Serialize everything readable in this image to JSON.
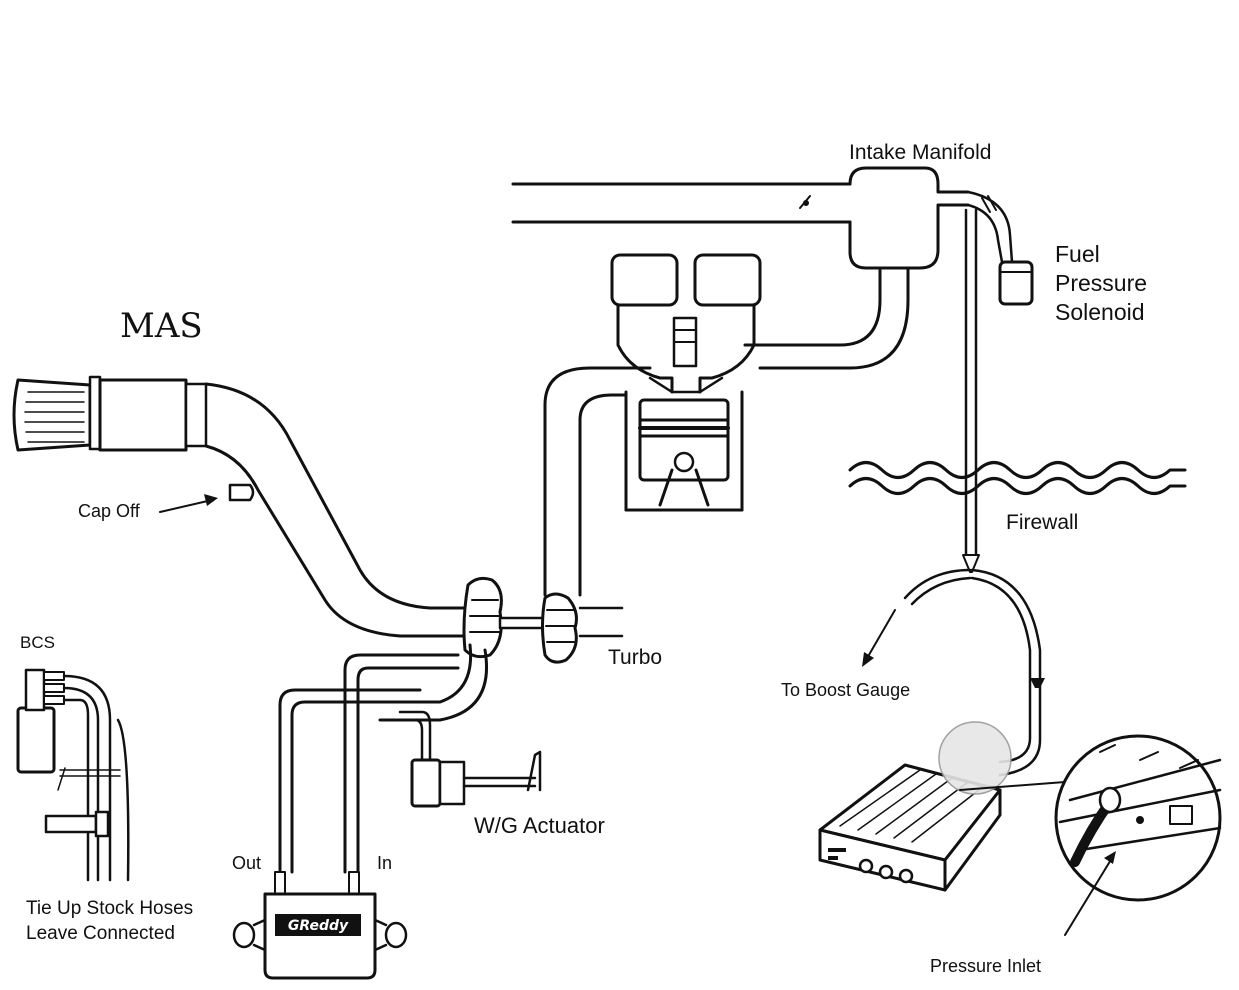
{
  "labels": {
    "intake_manifold": "Intake Manifold",
    "fuel": "Fuel",
    "pressure": "Pressure",
    "solenoid": "Solenoid",
    "mas": "MAS",
    "cap_off": "Cap Off",
    "firewall": "Firewall",
    "bcs": "BCS",
    "turbo": "Turbo",
    "to_boost_gauge": "To Boost Gauge",
    "wg_actuator": "W/G Actuator",
    "out": "Out",
    "in": "In",
    "tie_up_line1": "Tie Up Stock Hoses",
    "tie_up_line2": "Leave Connected",
    "pressure_inlet": "Pressure Inlet",
    "brand_logo": "GReddy"
  }
}
